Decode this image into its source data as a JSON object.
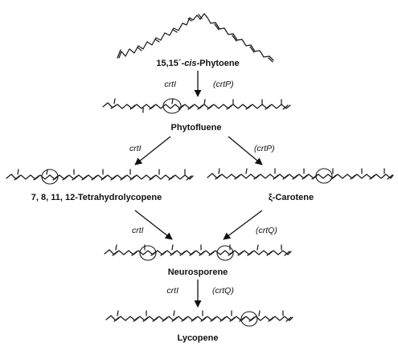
{
  "compounds": {
    "phytoene": {
      "prefix": "15,15´-",
      "cis": "cis",
      "suffix": "-Phytoene"
    },
    "phytofluene": "Phytofluene",
    "tetrahydrolycopene": "7, 8, 11, 12-Tetrahydrolycopene",
    "zeta_carotene": "ξ-Carotene",
    "neurosporene": "Neurosporene",
    "lycopene": "Lycopene"
  },
  "genes": {
    "phytoene_to_phytofluene": [
      "crtI",
      "(crtP)"
    ],
    "phytofluene_to_tetrahydrolycopene": "crtI",
    "phytofluene_to_zeta_carotene": "(crtP)",
    "tetrahydrolycopene_to_neurosporene": "crtI",
    "zeta_carotene_to_neurosporene": "(crtQ)",
    "neurosporene_to_lycopene": [
      "crtI",
      "(crtQ)"
    ]
  }
}
